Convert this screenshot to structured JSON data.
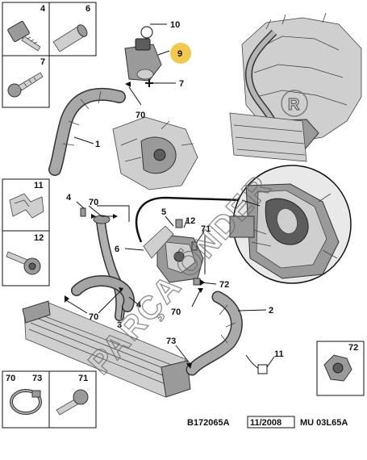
{
  "diagram_code": "B172065A",
  "date": "11/2008",
  "engine_code": "MU 03L65A",
  "watermark": "PARÇA ÖNDER",
  "watermark_mark": "R",
  "highlight_color": "#f2c94c",
  "callouts": {
    "c1": "1",
    "c2": "2",
    "c3": "3",
    "c4a": "4",
    "c4b": "4",
    "c5": "5",
    "c6": "6",
    "c7": "7",
    "c9": "9",
    "c10": "10",
    "c11": "11",
    "c12": "12",
    "c70a": "70",
    "c70b": "70",
    "c70c": "70",
    "c70d": "70",
    "c71": "71",
    "c72": "72",
    "c73": "73"
  },
  "boxes": {
    "b4": "4",
    "b6": "6",
    "b7": "7",
    "b11": "11",
    "b12": "12",
    "b70": "70",
    "b73": "73",
    "b71": "71",
    "b72": "72"
  }
}
